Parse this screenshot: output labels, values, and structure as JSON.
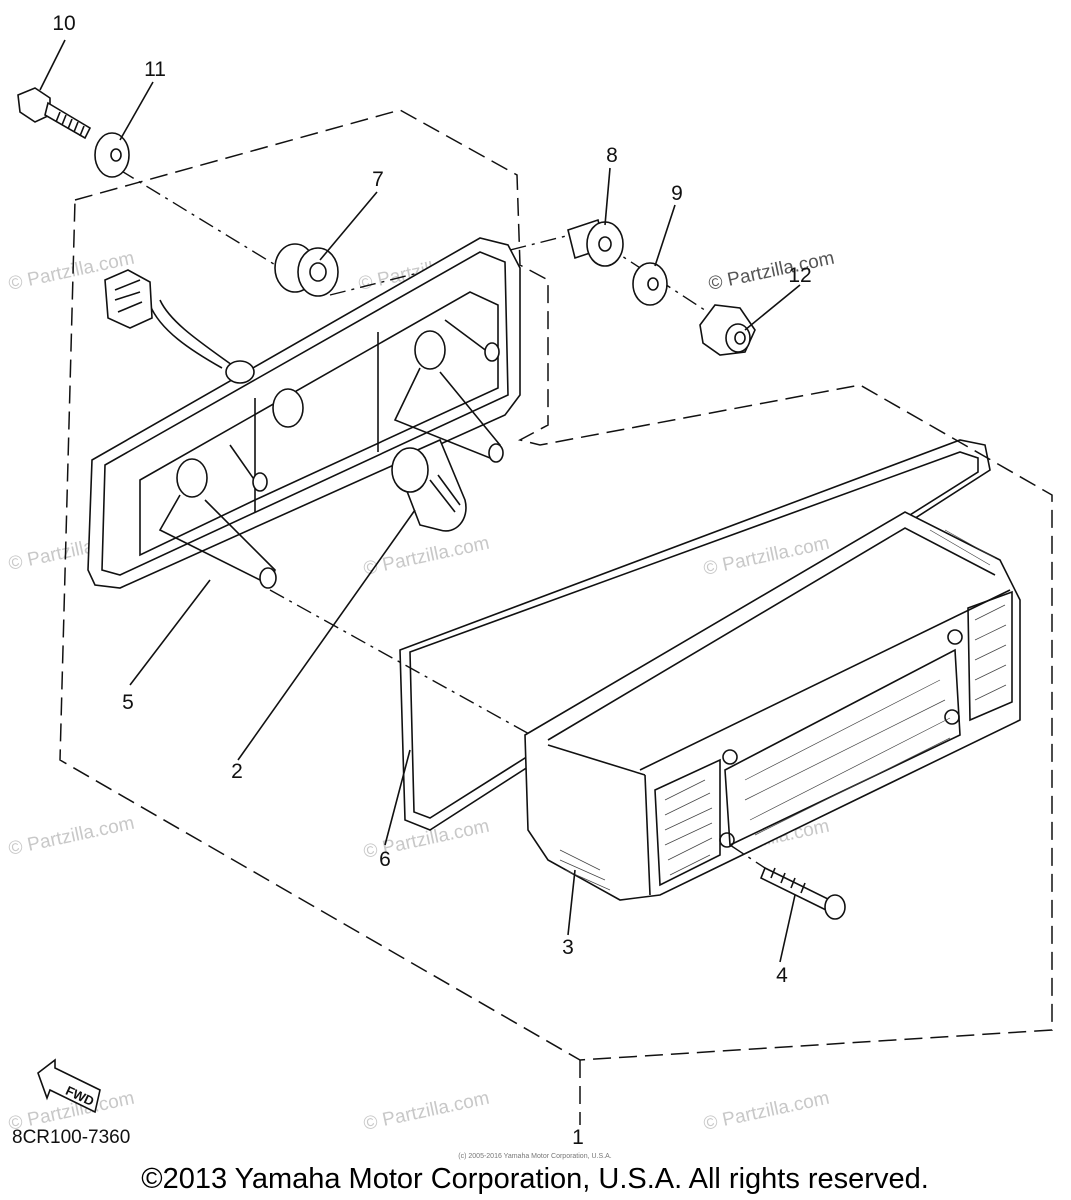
{
  "parts": [
    {
      "ref": "1"
    },
    {
      "ref": "2"
    },
    {
      "ref": "3"
    },
    {
      "ref": "4"
    },
    {
      "ref": "5"
    },
    {
      "ref": "6"
    },
    {
      "ref": "7"
    },
    {
      "ref": "8"
    },
    {
      "ref": "9"
    },
    {
      "ref": "10"
    },
    {
      "ref": "11"
    },
    {
      "ref": "12"
    }
  ],
  "watermark": "© Partzilla.com",
  "fwd_label": "FWD",
  "diagram_code": "8CR100-7360",
  "small_copyright": "(c) 2005-2016 Yamaha Motor Corporation, U.S.A.",
  "copyright": "©2013 Yamaha Motor Corporation, U.S.A. All rights reserved.",
  "colors": {
    "line": "#111111",
    "watermark": "#c8c8c8",
    "background": "#ffffff"
  }
}
